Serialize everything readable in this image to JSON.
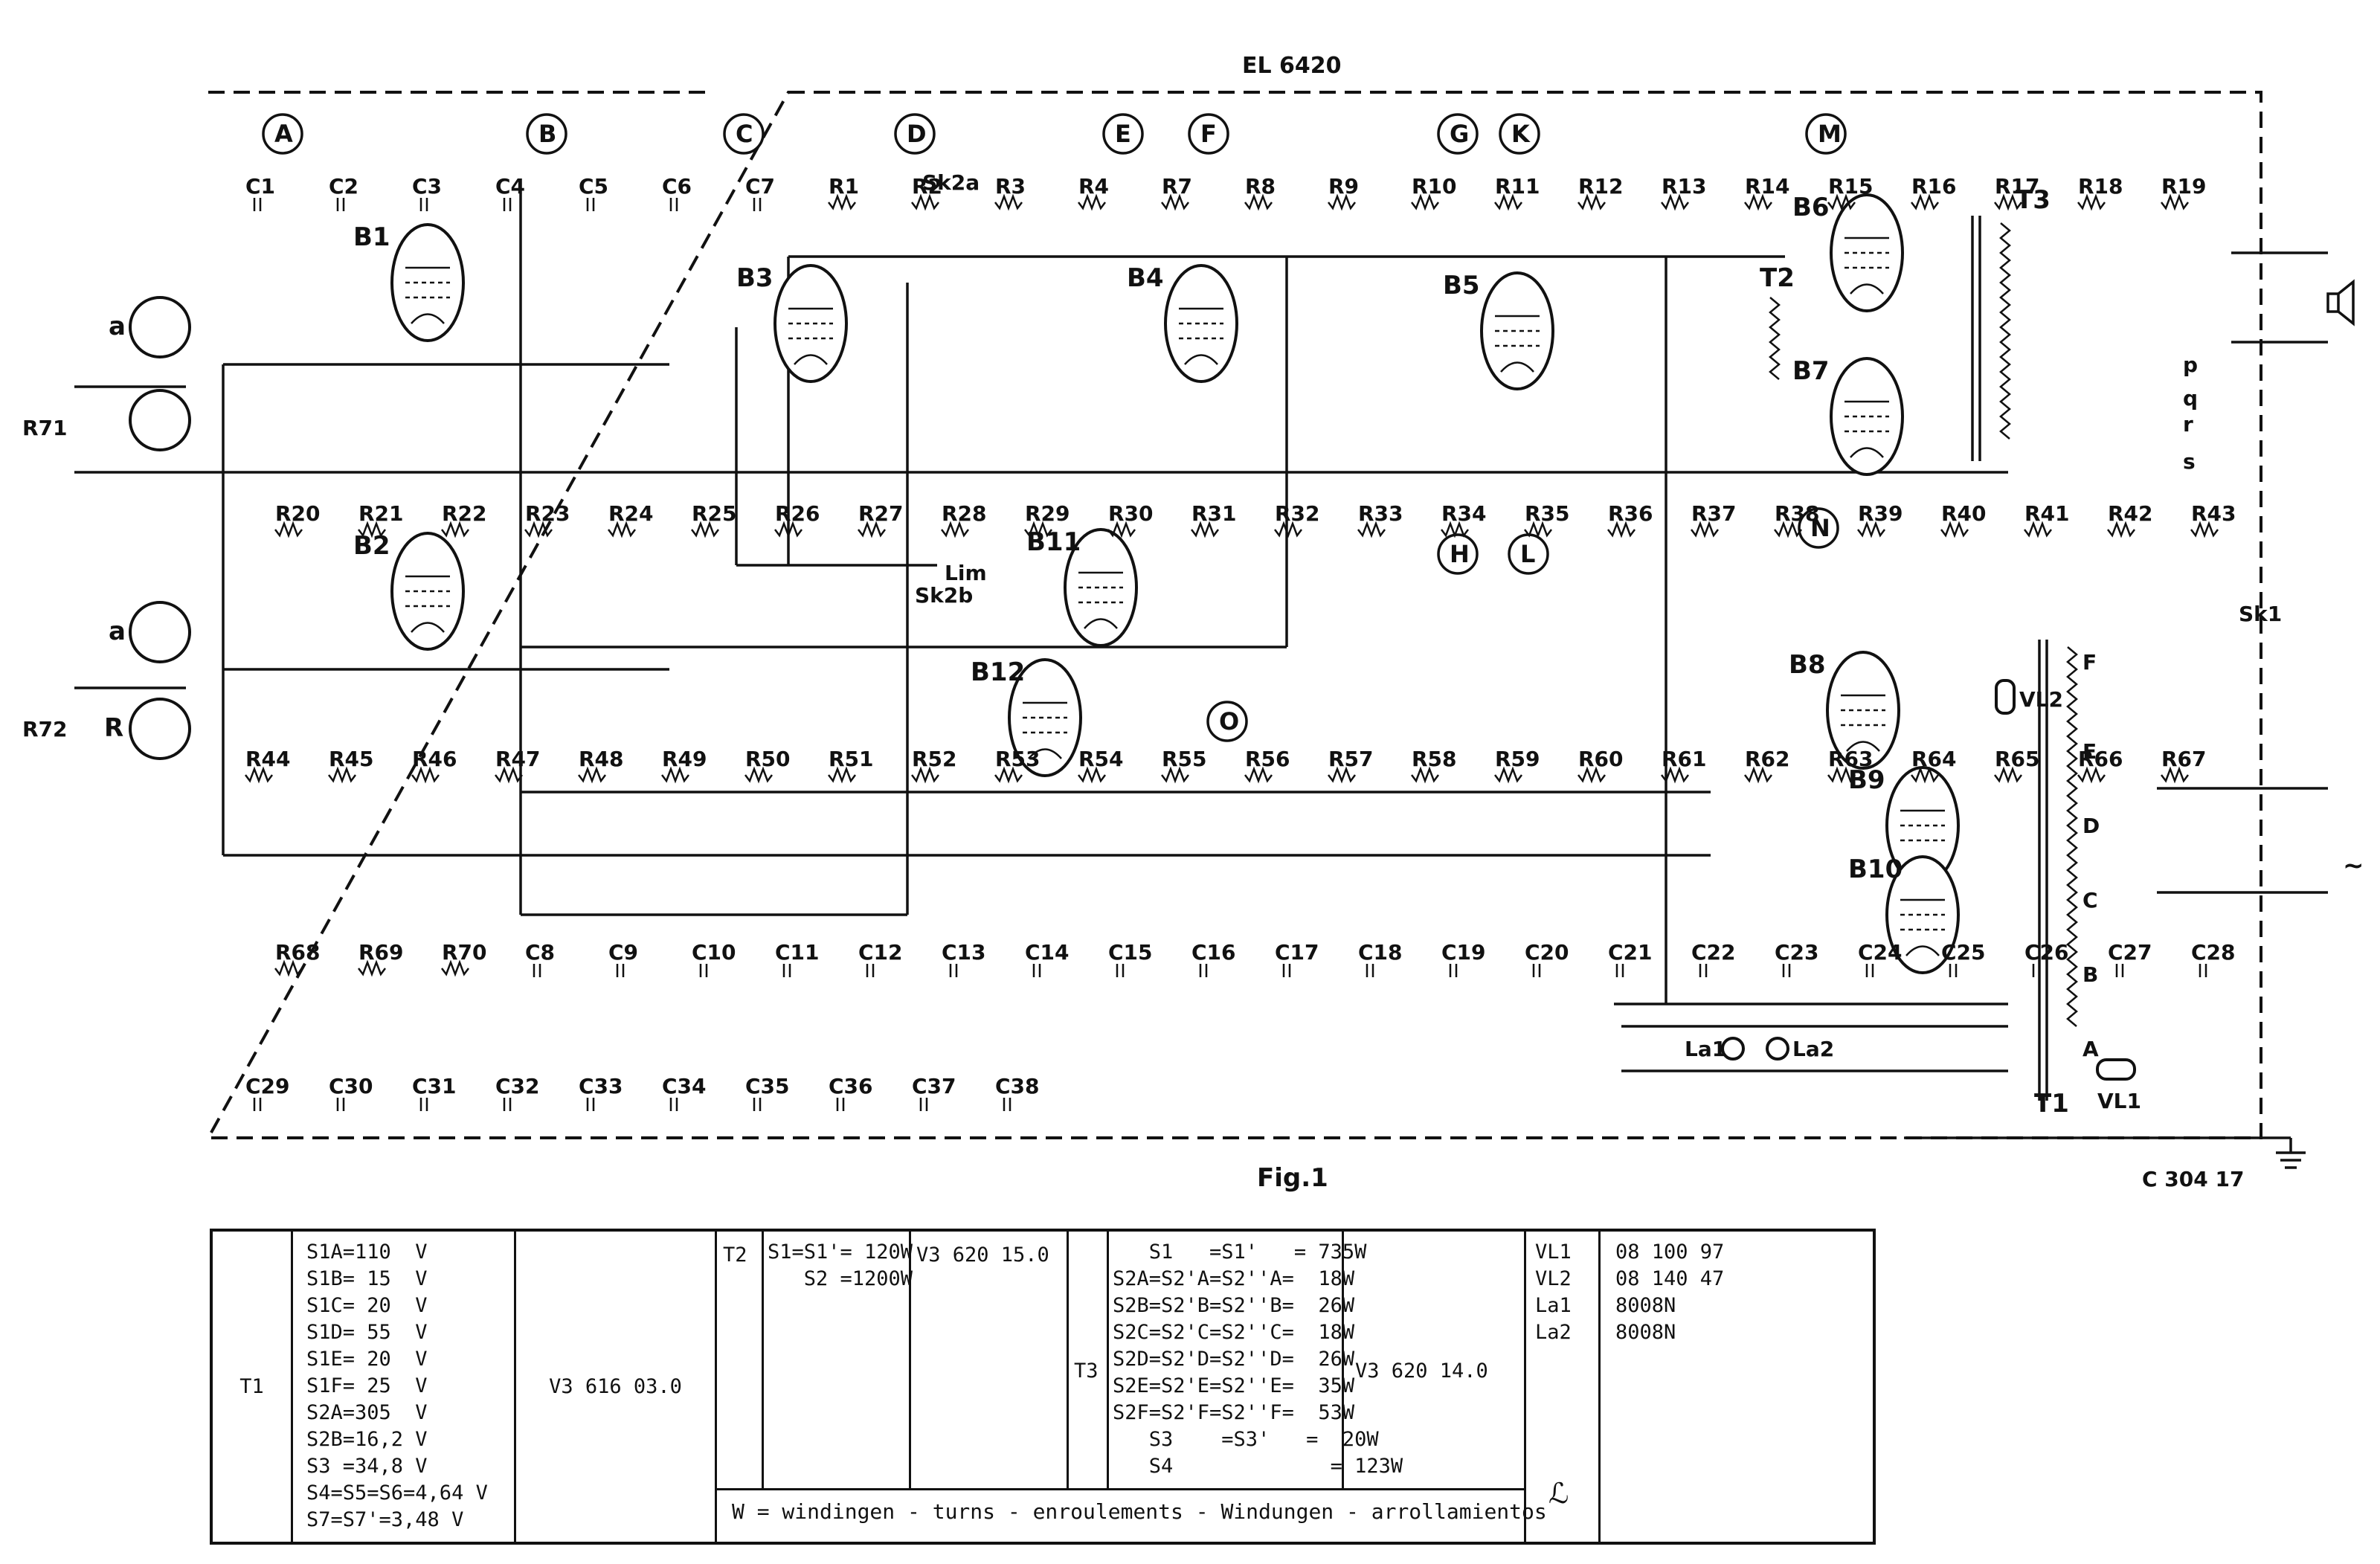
{
  "diagram": {
    "model": "EL 6420",
    "figure": "Fig.1",
    "drawing_no": "C 304 17",
    "test_points": [
      "A",
      "B",
      "C",
      "D",
      "E",
      "F",
      "G",
      "K",
      "M",
      "H",
      "L",
      "N",
      "O"
    ],
    "tubes": [
      "B1",
      "B2",
      "B3",
      "B4",
      "B5",
      "B6",
      "B7",
      "B8",
      "B9",
      "B10",
      "B11",
      "B12"
    ],
    "inputs": [
      "a",
      "a",
      "R"
    ],
    "input_resistors": [
      "R71",
      "R72"
    ],
    "transformers": [
      "T1",
      "T2",
      "T3"
    ],
    "switches": [
      "Sk2a",
      "Sk2b",
      "Sk1",
      "Lim"
    ],
    "lamps": [
      "La1",
      "La2"
    ],
    "fuses": [
      "VL1",
      "VL2"
    ],
    "component_labels": [
      "C1",
      "C2",
      "C3",
      "C4",
      "C5",
      "C6",
      "C7",
      "R1",
      "R2",
      "R3",
      "R4",
      "R7",
      "R8",
      "R9",
      "R10",
      "R11",
      "R12",
      "R13",
      "R14",
      "R15",
      "R16",
      "R17",
      "R18",
      "R19",
      "R20",
      "R21",
      "R22",
      "R23",
      "R24",
      "R25",
      "R26",
      "R27",
      "R28",
      "R29",
      "R30",
      "R31",
      "R32",
      "R33",
      "R34",
      "R35",
      "R36",
      "R37",
      "R38",
      "R39",
      "R40",
      "R41",
      "R42",
      "R43",
      "R44",
      "R45",
      "R46",
      "R47",
      "R48",
      "R49",
      "R50",
      "R51",
      "R52",
      "R53",
      "R54",
      "R55",
      "R56",
      "R57",
      "R58",
      "R59",
      "R60",
      "R61",
      "R62",
      "R63",
      "R64",
      "R65",
      "R66",
      "R67",
      "R68",
      "R69",
      "R70",
      "C8",
      "C9",
      "C10",
      "C11",
      "C12",
      "C13",
      "C14",
      "C15",
      "C16",
      "C17",
      "C18",
      "C19",
      "C20",
      "C21",
      "C22",
      "C23",
      "C24",
      "C25",
      "C26",
      "C27",
      "C28",
      "C29",
      "C30",
      "C31",
      "C32",
      "C33",
      "C34",
      "C35",
      "C36",
      "C37",
      "C38"
    ],
    "tap_labels": [
      "F",
      "E",
      "D",
      "C",
      "B",
      "A"
    ],
    "outputs": [
      "p",
      "q",
      "r",
      "s"
    ],
    "mains_symbol": "~"
  },
  "table": {
    "t1": {
      "label": "T1",
      "windings": [
        "S1A=110  V",
        "S1B= 15  V",
        "S1C= 20  V",
        "S1D= 55  V",
        "S1E= 20  V",
        "S1F= 25  V",
        "S2A=305  V",
        "S2B=16,2 V",
        "S3 =34,8 V",
        "S4=S5=S6=4,64 V",
        "S7=S7'=3,48 V"
      ],
      "code": "V3 616 03.0"
    },
    "t2": {
      "label": "T2",
      "windings": [
        "S1=S1'= 120W",
        "   S2 =1200W"
      ],
      "code": "V3 620 15.0"
    },
    "t3": {
      "label": "T3",
      "windings": [
        "   S1   =S1'   = 735W",
        "S2A=S2'A=S2''A=  18W",
        "S2B=S2'B=S2''B=  26W",
        "S2C=S2'C=S2''C=  18W",
        "S2D=S2'D=S2''D=  26W",
        "S2E=S2'E=S2''E=  35W",
        "S2F=S2'F=S2''F=  53W",
        "   S3    =S3'   =  20W",
        "   S4             = 123W"
      ],
      "code": "V3 620 14.0"
    },
    "parts": {
      "names": [
        "VL1",
        "VL2",
        "",
        "La1",
        "La2"
      ],
      "codes": [
        "08 100 97",
        "08 140 47",
        "",
        "8008N",
        "8008N"
      ]
    },
    "footnote": "W = windingen - turns - enroulements - Windungen - arrollamientos",
    "signature": "ℒ"
  }
}
